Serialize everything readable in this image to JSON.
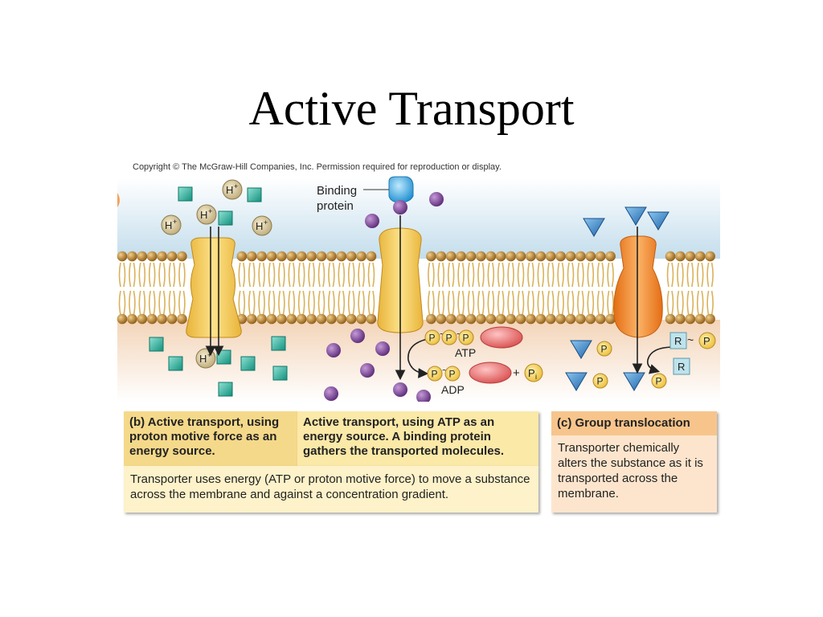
{
  "slide": {
    "title": "Active Transport",
    "copyright": "Copyright © The McGraw-Hill Companies, Inc. Permission required for reproduction or display."
  },
  "diagram": {
    "ion_label": "H",
    "ion_charge": "+",
    "binding_protein_label_line1": "Binding",
    "binding_protein_label_line2": "protein",
    "phosphate": "P",
    "atp_label": "ATP",
    "adp_label": "ADP",
    "plus_sign": "+",
    "pi_label": "P",
    "pi_subscript": "i",
    "r_label": "R",
    "bond_symbol": "~"
  },
  "panels": {
    "b_heading": "(b) Active transport, using proton motive force as an energy source.",
    "atp_heading": "Active transport, using ATP as an energy source. A binding protein gathers the transported molecules.",
    "shared_body": "Transporter uses energy (ATP or proton motive force) to move a substance across the membrane and against a concentration gradient.",
    "c_heading": "(c) Group translocation",
    "c_body": "Transporter chemically alters the substance as it is transported across the membrane."
  },
  "colors": {
    "outside": "#cde3ef",
    "inside": "#f7e3cf",
    "lipid_head": "#b57d2a",
    "lipid_tail": "#d9b25a",
    "transporter_yellow": "#f2c94c",
    "transporter_orange": "#f08a2c",
    "binding_protein": "#3aa7dc",
    "square_molecule": "#2fb3a0",
    "purple_molecule": "#7a3d95",
    "triangle_molecule": "#3a87c8",
    "phosphate": "#f6d34e",
    "ribose_oval": "#e86a6a",
    "panel_yellow_head": "#f5d98a",
    "panel_yellow_light": "#fbeab3",
    "panel_yellow_body": "#fcf1c8",
    "panel_orange_head": "#f6c48a",
    "panel_orange_body": "#fce4cc"
  }
}
